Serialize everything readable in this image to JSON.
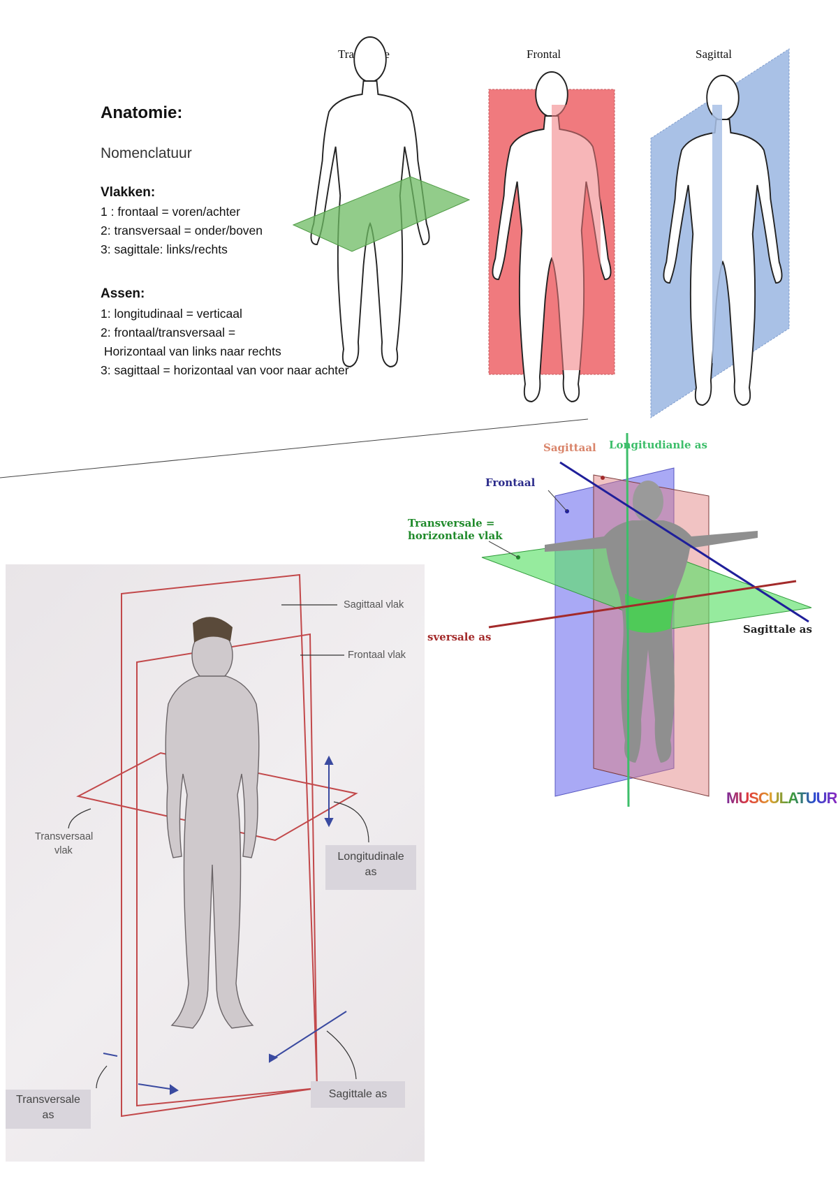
{
  "page": {
    "title": "Anatomie:",
    "subtitle": "Nomenclatuur",
    "planes_heading": "Vlakken:",
    "planes": [
      "1 : frontaal = voren/achter",
      "2: transversaal = onder/boven",
      "3: sagittale: links/rechts"
    ],
    "axes_heading": "Assen:",
    "axes": [
      "1: longitudinaal = verticaal",
      "2: frontaal/transversaal =",
      " Horizontaal van links naar rechts",
      "3: sagittaal = horizontaal van voor naar achter"
    ]
  },
  "figure_planes": {
    "labels": [
      "Transverse",
      "Frontal",
      "Sagittal"
    ],
    "colors": {
      "transverse": "#6dbb63",
      "frontal": "#f07a7e",
      "sagittal": "#a9c1e6"
    }
  },
  "figure_3d": {
    "sagittal_label": "Sagittaal",
    "longitudinal_label": "Longitudianle as",
    "frontal_label": "Frontaal",
    "transverse_label_1": "Transversale =",
    "transverse_label_2": "horizontale vlak",
    "transverse_axis_label": "sversale as",
    "sagittal_axis_label": "Sagittale as",
    "logo": "MUSCULATUUR",
    "colors": {
      "sagittal": "#d9846a",
      "longitudinal": "#3dbe6a",
      "frontal": "#2a2a8a",
      "transverse": "#1f8a2a",
      "axis_red": "#a32a2a"
    }
  },
  "photo": {
    "sagittal_plane": "Sagittaal vlak",
    "frontal_plane": "Frontaal vlak",
    "transverse_plane_1": "Transversaal",
    "transverse_plane_2": "vlak",
    "longitudinal_axis_1": "Longitudinale",
    "longitudinal_axis_2": "as",
    "transverse_axis_1": "Transversale",
    "transverse_axis_2": "as",
    "sagittal_axis": "Sagittale as"
  }
}
